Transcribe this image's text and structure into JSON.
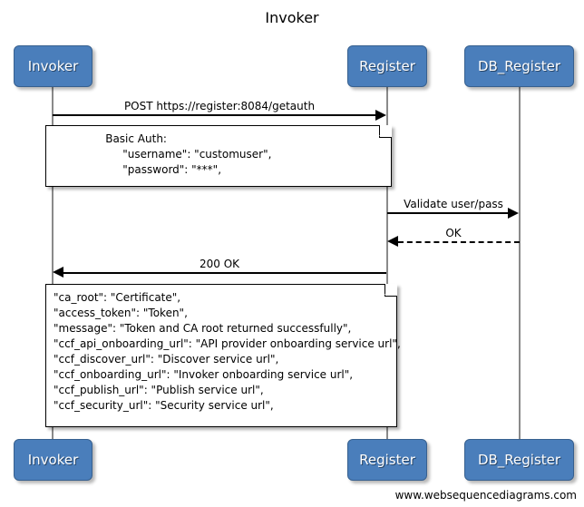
{
  "diagram": {
    "title": "Invoker",
    "footer": "www.websequencediagrams.com",
    "colors": {
      "actor_fill": "#4a7ebb",
      "actor_border": "#37608f",
      "actor_text": "#ffffff",
      "lifeline": "#8a8a8a",
      "arrow": "#000000",
      "note_fill": "#ffffff",
      "note_border": "#000000",
      "background": "#ffffff"
    }
  },
  "actors": [
    {
      "id": "invoker",
      "label": "Invoker"
    },
    {
      "id": "register",
      "label": "Register"
    },
    {
      "id": "db_register",
      "label": "DB_Register"
    }
  ],
  "messages": [
    {
      "id": "m1",
      "label": "POST https://register:8084/getauth",
      "from": "invoker",
      "to": "register",
      "style": "solid",
      "direction": "right"
    },
    {
      "id": "m2",
      "label": "Validate user/pass",
      "from": "register",
      "to": "db_register",
      "style": "solid",
      "direction": "right"
    },
    {
      "id": "m3",
      "label": "OK",
      "from": "db_register",
      "to": "register",
      "style": "dashed",
      "direction": "left"
    },
    {
      "id": "m4",
      "label": "200 OK",
      "from": "register",
      "to": "invoker",
      "style": "solid",
      "direction": "left"
    }
  ],
  "notes": [
    {
      "id": "note_basic_auth",
      "lines": [
        "               Basic Auth:",
        "                    \"username\": \"customuser\",",
        "                    \"password\": \"***\","
      ]
    },
    {
      "id": "note_response",
      "lines": [
        "\"ca_root\": \"Certificate\",",
        "\"access_token\": \"Token\",",
        "\"message\": \"Token and CA root returned successfully\",",
        "\"ccf_api_onboarding_url\": \"API provider onboarding service url\",",
        "\"ccf_discover_url\": \"Discover service url\",",
        "\"ccf_onboarding_url\": \"Invoker onboarding service url\",",
        "\"ccf_publish_url\": \"Publish service url\",",
        "\"ccf_security_url\": \"Security service url\","
      ]
    }
  ]
}
